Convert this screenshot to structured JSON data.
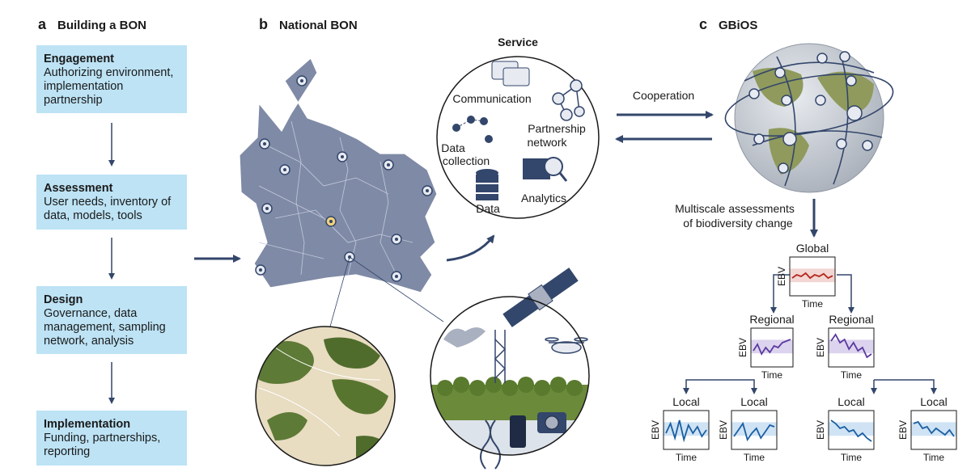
{
  "panels": {
    "a": {
      "letter": "a",
      "title": "Building a BON"
    },
    "b": {
      "letter": "b",
      "title": "National BON"
    },
    "c": {
      "letter": "c",
      "title": "GBiOS"
    }
  },
  "stages": [
    {
      "title": "Engagement",
      "text": "Authorizing environment, implementation partnership"
    },
    {
      "title": "Assessment",
      "text": "User needs, inventory of data, models, tools"
    },
    {
      "title": "Design",
      "text": "Governance, data management, sampling network, analysis"
    },
    {
      "title": "Implementation",
      "text": "Funding, partnerships, reporting"
    }
  ],
  "service": {
    "title": "Service",
    "items": {
      "communication": "Communication",
      "partnership1": "Partnership",
      "partnership2": "network",
      "data_collection1": "Data",
      "data_collection2": "collection",
      "data": "Data",
      "analytics": "Analytics"
    }
  },
  "cooperation": "Cooperation",
  "multiscale": {
    "line1": "Multiscale assessments",
    "line2": "of biodiversity change"
  },
  "hierarchy": {
    "global": "Global",
    "regional": "Regional",
    "local": "Local",
    "ebv": "EBV",
    "time": "Time"
  },
  "colors": {
    "stage_box": "#bde3f5",
    "map": "#7f8aa6",
    "arrow": "#33466b",
    "global_series": "#b3261e",
    "regional_series": "#5b3a9e",
    "local_series": "#1a5fa3"
  }
}
